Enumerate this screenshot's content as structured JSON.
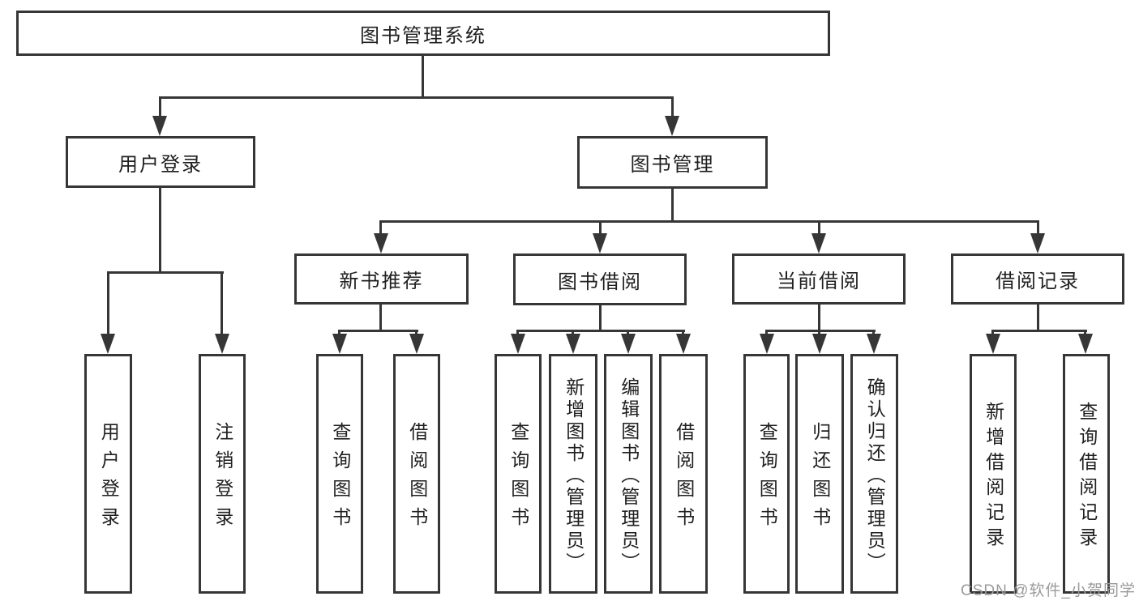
{
  "diagram": {
    "root": {
      "label": "图书管理系统"
    },
    "level2": {
      "user_login": {
        "label": "用户登录"
      },
      "book_mgmt": {
        "label": "图书管理"
      }
    },
    "level3": {
      "new_book_rec": {
        "label": "新书推荐"
      },
      "book_borrow": {
        "label": "图书借阅"
      },
      "current_borrow": {
        "label": "当前借阅"
      },
      "borrow_record": {
        "label": "借阅记录"
      }
    },
    "leaves": {
      "user_login_leaf": {
        "label": "用户登录"
      },
      "logout_leaf": {
        "label": "注销登录"
      },
      "rec_query_books": {
        "label": "查询图书"
      },
      "rec_borrow_books": {
        "label": "借阅图书"
      },
      "bb_query_books": {
        "label": "查询图书"
      },
      "bb_add_books": {
        "label": "新增图书（管理员）"
      },
      "bb_edit_books": {
        "label": "编辑图书（管理员）"
      },
      "bb_borrow_books": {
        "label": "借阅图书"
      },
      "cb_query_books": {
        "label": "查询图书"
      },
      "cb_return_books": {
        "label": "归还图书"
      },
      "cb_confirm_return": {
        "label": "确认归还（管理员）"
      },
      "br_add_record": {
        "label": "新增借阅记录"
      },
      "br_query_record": {
        "label": "查询借阅记录"
      }
    }
  },
  "watermark": {
    "text": "CSDN @软件_小贺同学"
  },
  "colors": {
    "line": "#363636",
    "text": "#1f1f1f",
    "watermark": "#9b9b9b",
    "background": "#ffffff"
  }
}
